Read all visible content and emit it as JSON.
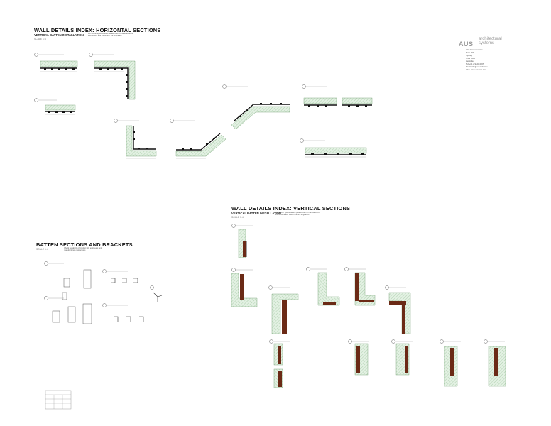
{
  "horizontal": {
    "title": "WALL DETAILS INDEX: HORIZONTAL SECTIONS",
    "subtitle": "VERTICAL BATTEN INSTALLATION",
    "scale": "SCALE 1:4",
    "note": "For further specifications please refer to manufacturers instructions and check with the engineers"
  },
  "vertical": {
    "title": "WALL DETAILS INDEX: VERTICAL SECTIONS",
    "subtitle": "VERTICAL BATTEN INSTALLATION",
    "scale": "SCALE 1:4",
    "note": "For further specifications please refer to manufacturers instructions and check with the engineers"
  },
  "battens": {
    "title": "BATTEN SECTIONS AND BRACKETS",
    "scale": "SCALE 1:4",
    "note": "Check suitability of bracket with engineers and manufacturers instructions"
  },
  "company": {
    "logo_mark": "AUS",
    "logo_line1": "architectural",
    "logo_line2": "systems",
    "address": [
      "4/10 Grosvenor Ave",
      "Suite 207",
      "Sydney",
      "NSW 2000",
      "Australia"
    ],
    "tel": "Tel: +61 2 9123 4567",
    "email": "Email: info@ausarch.com",
    "web": "Web: www.ausarch.com"
  }
}
